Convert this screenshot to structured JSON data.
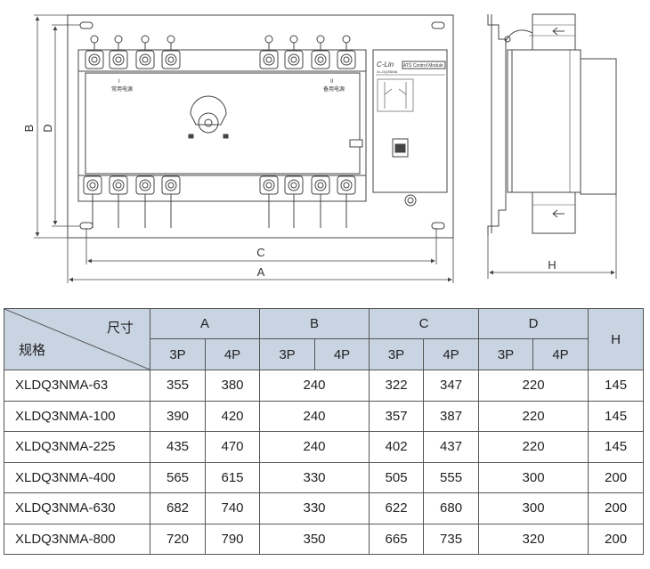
{
  "drawing": {
    "dims": {
      "B": "B",
      "D": "D",
      "C": "C",
      "A": "A",
      "H": "H"
    },
    "labels": {
      "source1_roman": "I",
      "source1": "常用电源",
      "source2_roman": "II",
      "source2": "备用电源",
      "brand": "C-Lin",
      "module_title": "ATS Control Module",
      "module_model": "XL-DQ3NMA"
    }
  },
  "table": {
    "corner_top": "尺寸",
    "corner_bottom": "规格",
    "groups": [
      "A",
      "B",
      "C",
      "D",
      "H"
    ],
    "subheaders": [
      "3P",
      "4P",
      "3P",
      "4P",
      "3P",
      "4P",
      "3P",
      "4P"
    ],
    "rows": [
      {
        "model": "XLDQ3NMA-63",
        "a3": "355",
        "a4": "380",
        "b": "240",
        "c3": "322",
        "c4": "347",
        "d": "220",
        "h": "145"
      },
      {
        "model": "XLDQ3NMA-100",
        "a3": "390",
        "a4": "420",
        "b": "240",
        "c3": "357",
        "c4": "387",
        "d": "220",
        "h": "145"
      },
      {
        "model": "XLDQ3NMA-225",
        "a3": "435",
        "a4": "470",
        "b": "240",
        "c3": "402",
        "c4": "437",
        "d": "220",
        "h": "145"
      },
      {
        "model": "XLDQ3NMA-400",
        "a3": "565",
        "a4": "615",
        "b": "330",
        "c3": "505",
        "c4": "555",
        "d": "300",
        "h": "200"
      },
      {
        "model": "XLDQ3NMA-630",
        "a3": "682",
        "a4": "740",
        "b": "330",
        "c3": "622",
        "c4": "680",
        "d": "300",
        "h": "200"
      },
      {
        "model": "XLDQ3NMA-800",
        "a3": "720",
        "a4": "790",
        "b": "350",
        "c3": "665",
        "c4": "735",
        "d": "320",
        "h": "200"
      }
    ]
  }
}
